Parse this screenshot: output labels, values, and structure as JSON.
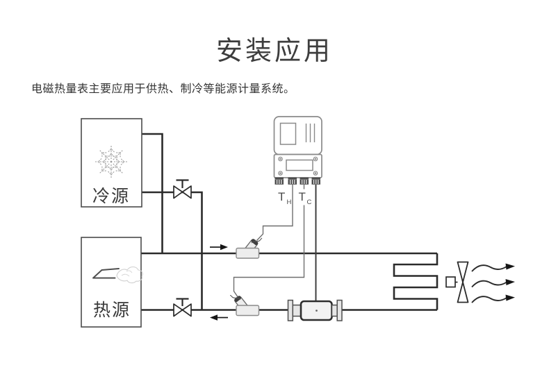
{
  "header": {
    "title": "安装应用",
    "description": "电磁热量表主要应用于供热、制冷等能源计量系统。"
  },
  "diagram": {
    "cold_source": {
      "label": "冷源",
      "icon": "snowflake-icon"
    },
    "heat_source": {
      "label": "热源",
      "icon": "flame-icon"
    },
    "temp_sensor_hot": {
      "symbol": "T",
      "subscript": "H"
    },
    "temp_sensor_cold": {
      "symbol": "T",
      "subscript": "C"
    },
    "fan_icon": "fan-icon",
    "colors": {
      "pipe": "#2b2b2b",
      "signal_wire": "#6e6e6e",
      "device_outline": "#8a8a8a",
      "label_text": "#3a3a3a",
      "sensor_fill": "#ededed"
    }
  }
}
